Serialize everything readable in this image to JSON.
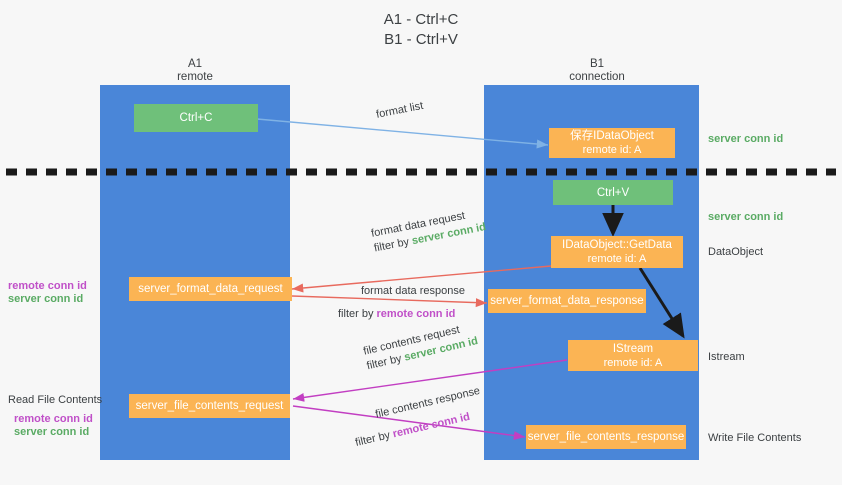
{
  "title": {
    "line1": "A1 - Ctrl+C",
    "line2": "B1 - Ctrl+V"
  },
  "colors": {
    "lane": "#4a86d8",
    "orange": "#fbb454",
    "green": "#6fc07a",
    "server_conn": "#5aab64",
    "remote_conn": "#c050c8",
    "arrow_blue": "#7fb2e5",
    "arrow_red": "#e86a5e",
    "arrow_magenta": "#c23ec2",
    "arrow_dark": "#1a1a1a",
    "background": "#f7f7f7"
  },
  "lanes": [
    {
      "id": "a1",
      "title": "A1",
      "subtitle": "remote"
    },
    {
      "id": "b1",
      "title": "B1",
      "subtitle": "connection"
    }
  ],
  "nodes": [
    {
      "id": "ctrl-c",
      "label": "Ctrl+C",
      "sub": "",
      "style": "green"
    },
    {
      "id": "save-idataobject",
      "label": "保存IDataObject",
      "sub": "remote id: A",
      "style": "orange"
    },
    {
      "id": "ctrl-v",
      "label": "Ctrl+V",
      "sub": "",
      "style": "green"
    },
    {
      "id": "getdata",
      "label": "IDataObject::GetData",
      "sub": "remote id: A",
      "style": "orange"
    },
    {
      "id": "server-format-data-request",
      "label": "server_format_data_request",
      "sub": "",
      "style": "orange"
    },
    {
      "id": "server-format-data-response",
      "label": "server_format_data_response",
      "sub": "",
      "style": "orange"
    },
    {
      "id": "istream",
      "label": "IStream",
      "sub": "remote id: A",
      "style": "orange"
    },
    {
      "id": "server-file-contents-request",
      "label": "server_file_contents_request",
      "sub": "",
      "style": "orange"
    },
    {
      "id": "server-file-contents-response",
      "label": "server_file_contents_response",
      "sub": "",
      "style": "orange"
    }
  ],
  "edge_labels": {
    "format_list": "format list",
    "format_data_request": "format data request",
    "format_data_request_filter_prefix": "filter by ",
    "format_data_request_filter_key": "server conn id",
    "format_data_response": "format data response",
    "format_data_response_filter_prefix": "filter by ",
    "format_data_response_filter_key": "remote conn id",
    "file_contents_request": "file contents request",
    "file_contents_request_filter_prefix": "filter by ",
    "file_contents_request_filter_key": "server conn id",
    "file_contents_response": "file contents response",
    "file_contents_response_filter_prefix": "filter by ",
    "file_contents_response_filter_key": "remote conn id"
  },
  "right_annotations": [
    {
      "id": "server-conn-id-top",
      "text": "server conn id",
      "kind": "server"
    },
    {
      "id": "server-conn-id-second",
      "text": "server conn id",
      "kind": "server"
    },
    {
      "id": "dataobject",
      "text": "DataObject",
      "kind": "plain"
    },
    {
      "id": "istream",
      "text": "Istream",
      "kind": "plain"
    },
    {
      "id": "write-file-contents",
      "text": "Write File Contents",
      "kind": "plain"
    }
  ],
  "left_annotations": [
    {
      "id": "remote-conn-id-mid",
      "text": "remote conn id",
      "kind": "remote"
    },
    {
      "id": "server-conn-id-mid",
      "text": "server conn id",
      "kind": "server"
    },
    {
      "id": "read-file-contents",
      "text": "Read File Contents",
      "kind": "plain"
    },
    {
      "id": "remote-conn-id-low",
      "text": "remote conn id",
      "kind": "remote"
    },
    {
      "id": "server-conn-id-low",
      "text": "server conn id",
      "kind": "server"
    }
  ]
}
